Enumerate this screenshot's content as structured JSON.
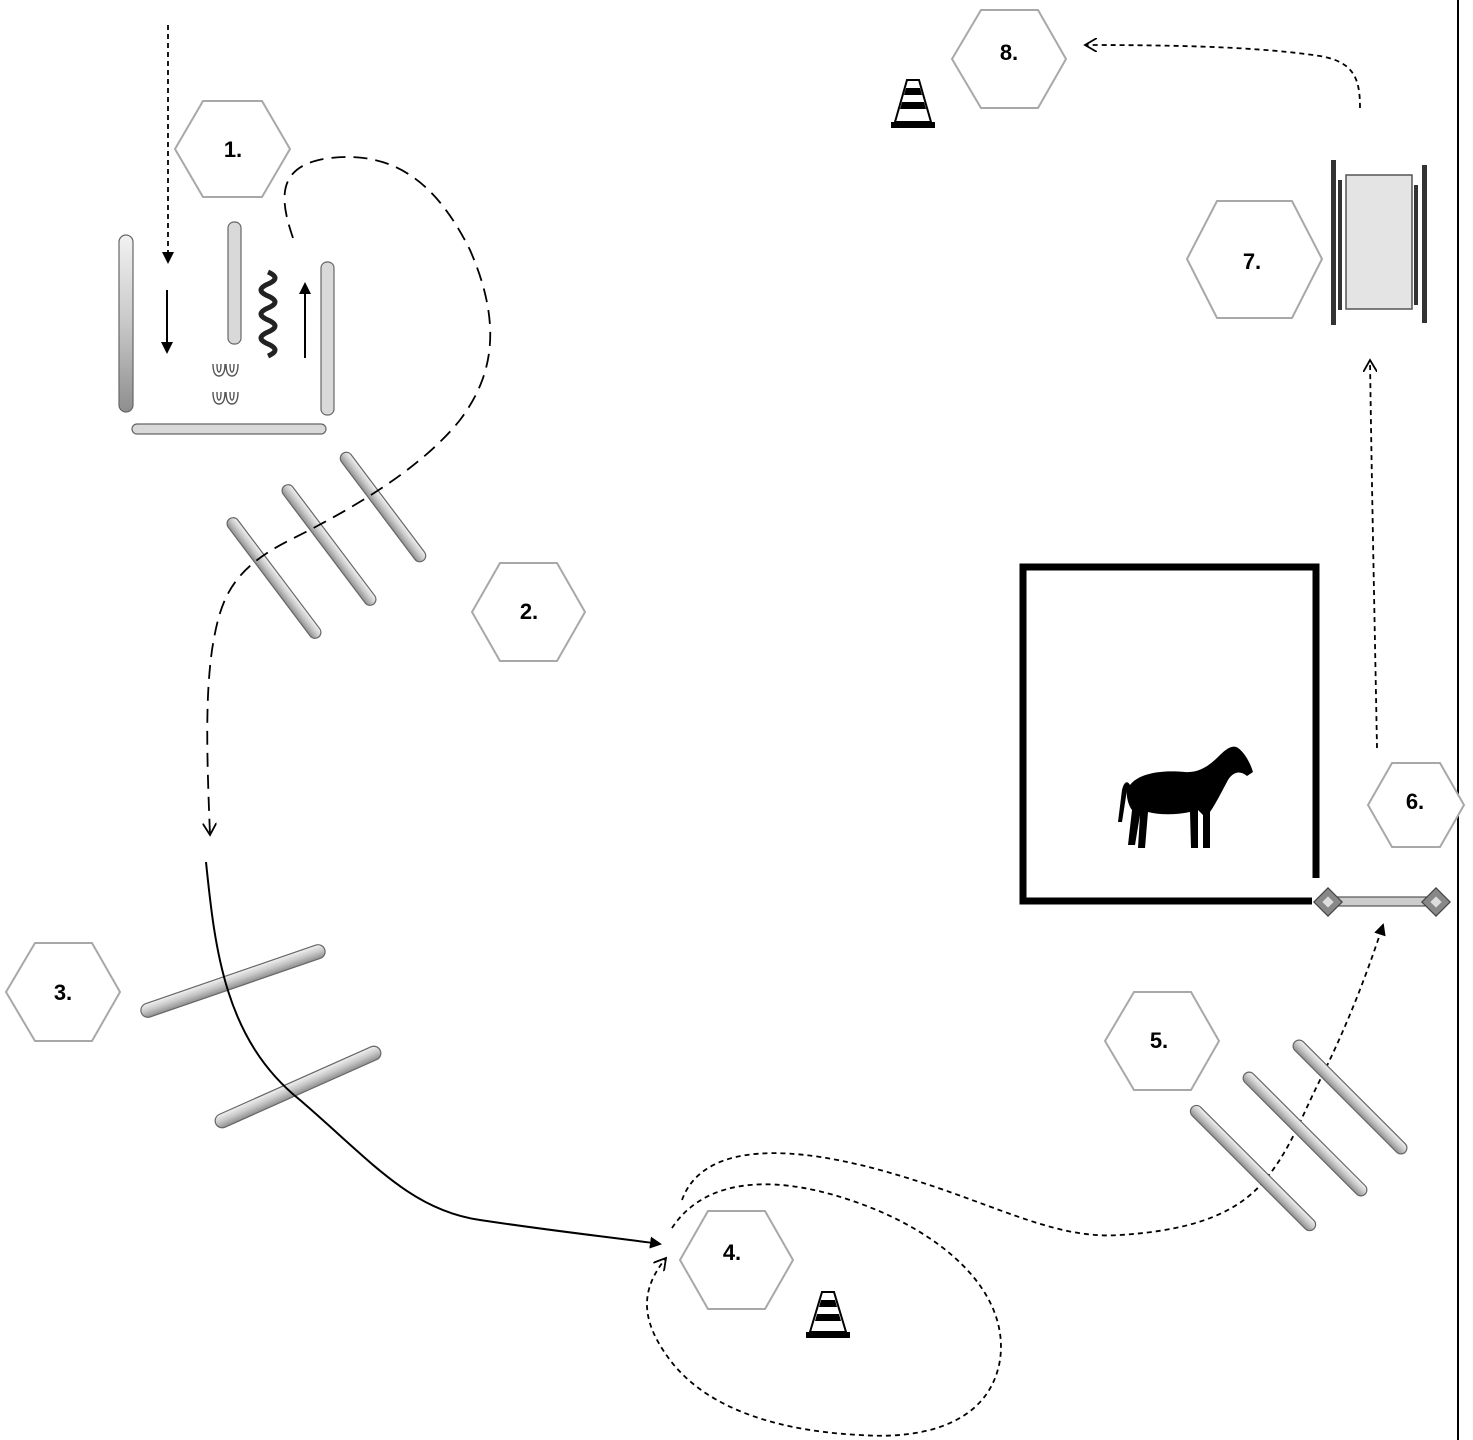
{
  "diagram": {
    "stations": [
      {
        "id": "station-1",
        "label": "1."
      },
      {
        "id": "station-2",
        "label": "2."
      },
      {
        "id": "station-3",
        "label": "3."
      },
      {
        "id": "station-4",
        "label": "4."
      },
      {
        "id": "station-5",
        "label": "5."
      },
      {
        "id": "station-6",
        "label": "6."
      },
      {
        "id": "station-7",
        "label": "7."
      },
      {
        "id": "station-8",
        "label": "8."
      }
    ],
    "icons": [
      "traffic-cone-icon",
      "horse-icon",
      "horseshoe-icon",
      "wavy-pole-icon",
      "ground-pole-icon",
      "gate-icon",
      "bridge-icon"
    ],
    "colors": {
      "line": "#000000",
      "pole": "#cfcfcf",
      "hexagon_stroke": "#a8a8a8",
      "pen": "#000000"
    }
  }
}
